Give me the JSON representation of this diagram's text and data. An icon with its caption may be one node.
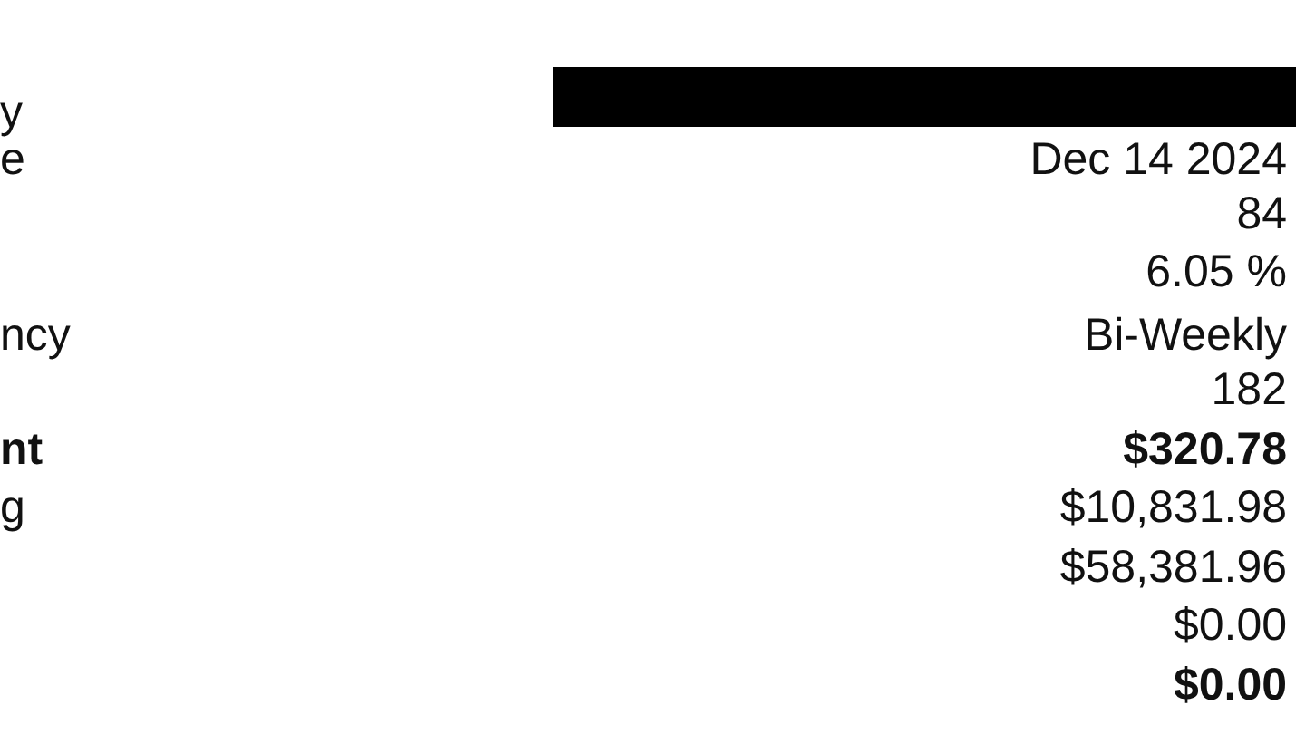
{
  "diagram": {
    "labels": [
      "y",
      "e",
      "Dec 14 2024",
      "84",
      "6.05 %",
      "ncy",
      "Bi-Weekly",
      "182",
      "nt",
      "$320.78",
      "g",
      "$10,831.98",
      "$58,381.96",
      "$0.00",
      "$0.00"
    ]
  }
}
